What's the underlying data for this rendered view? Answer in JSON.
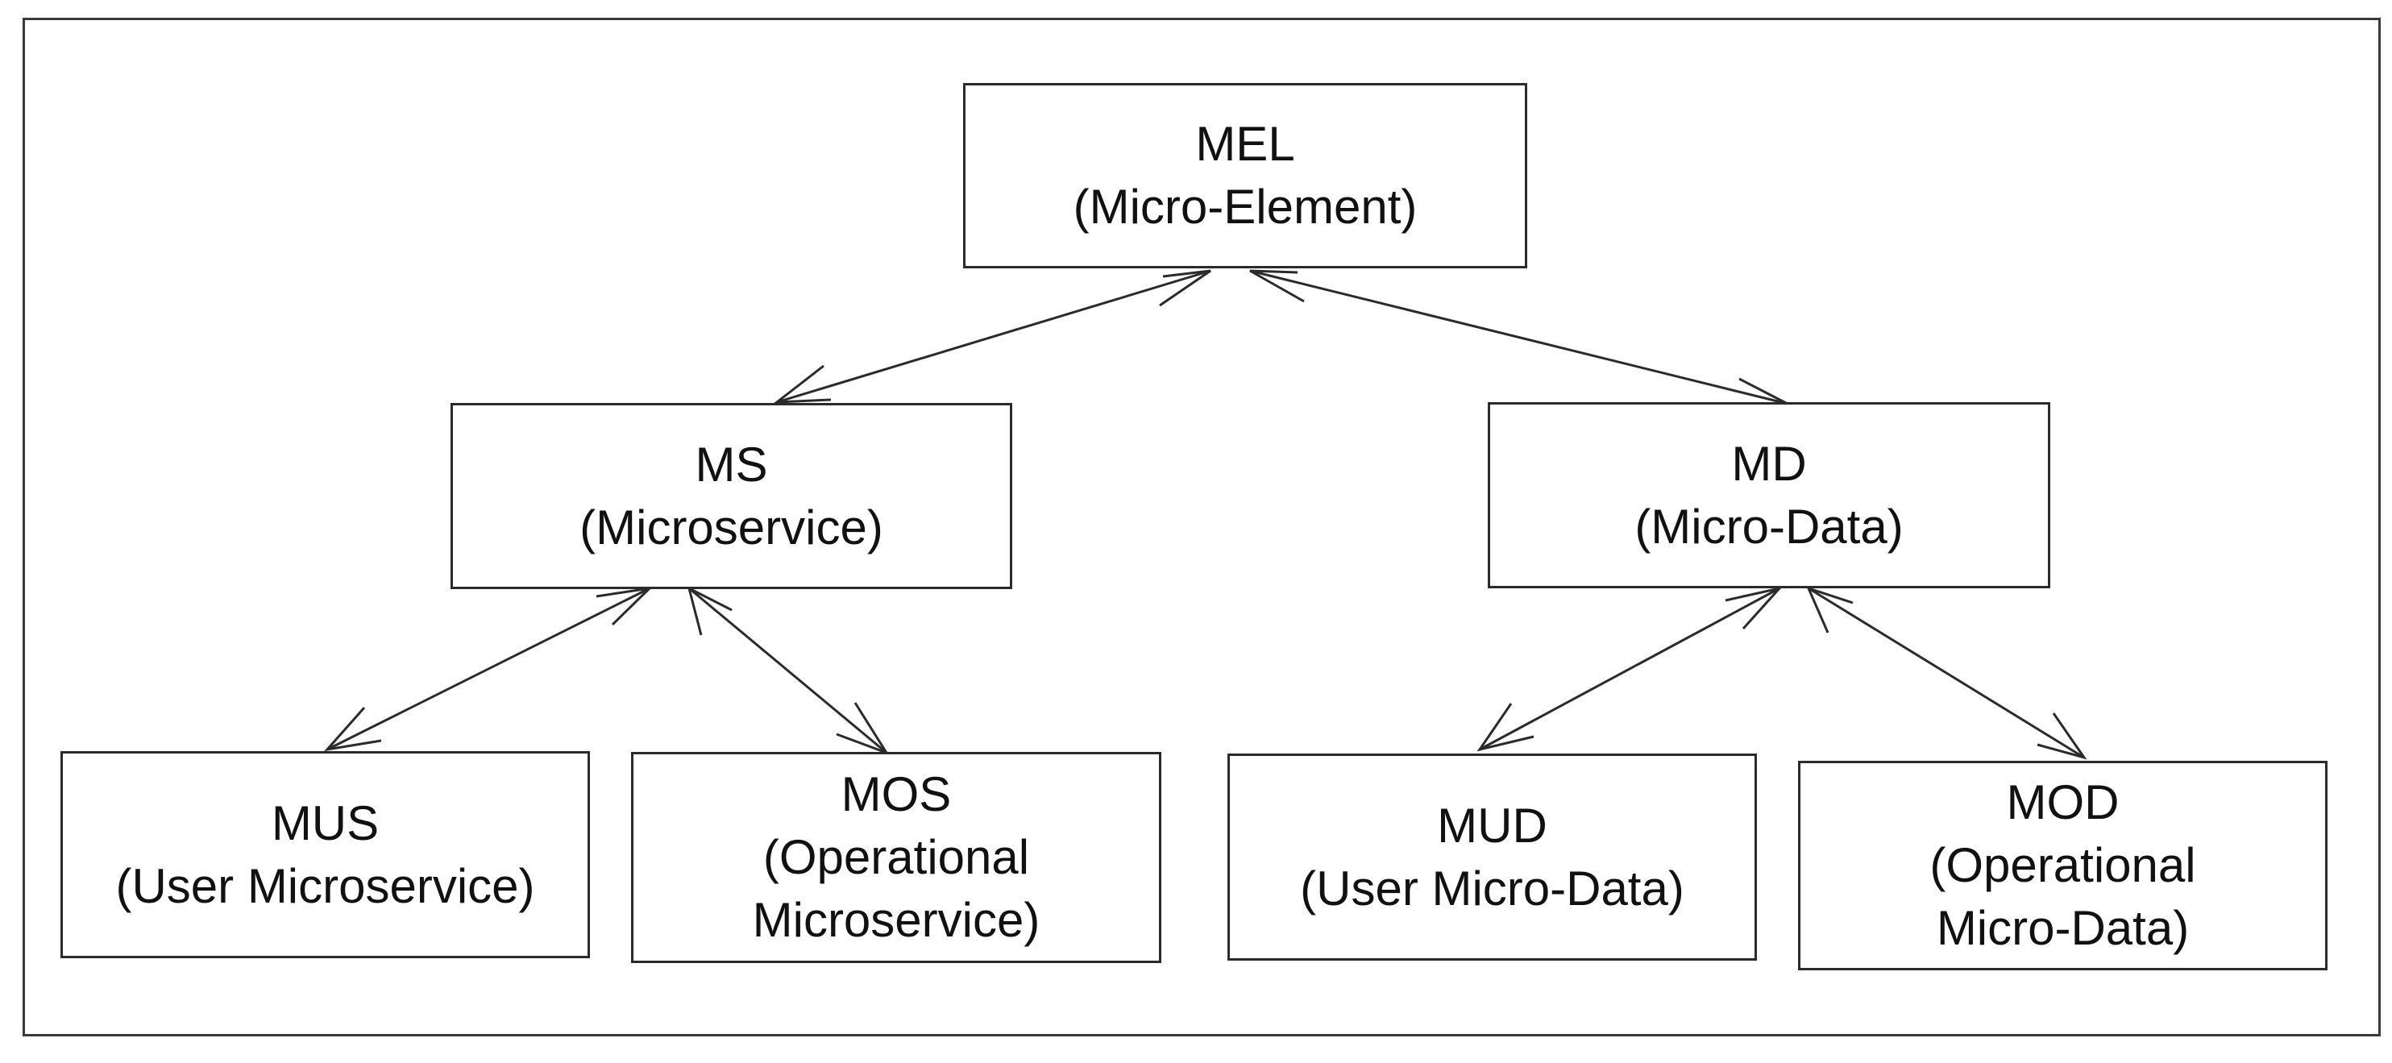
{
  "nodes": {
    "mel": {
      "abbr": "MEL",
      "full": "(Micro-Element)"
    },
    "ms": {
      "abbr": "MS",
      "full": "(Microservice)"
    },
    "md": {
      "abbr": "MD",
      "full": "(Micro-Data)"
    },
    "mus": {
      "abbr": "MUS",
      "full": "(User Microservice)"
    },
    "mos": {
      "abbr": "MOS",
      "full_line1": "(Operational",
      "full_line2": "Microservice)"
    },
    "mud": {
      "abbr": "MUD",
      "full": "(User Micro-Data)"
    },
    "mod": {
      "abbr": "MOD",
      "full_line1": "(Operational",
      "full_line2": "Micro-Data)"
    }
  },
  "edges": [
    {
      "from": "MEL",
      "to": "MS",
      "direction": "bidirectional"
    },
    {
      "from": "MEL",
      "to": "MD",
      "direction": "bidirectional"
    },
    {
      "from": "MS",
      "to": "MUS",
      "direction": "bidirectional"
    },
    {
      "from": "MS",
      "to": "MOS",
      "direction": "bidirectional"
    },
    {
      "from": "MD",
      "to": "MUD",
      "direction": "bidirectional"
    },
    {
      "from": "MD",
      "to": "MOD",
      "direction": "bidirectional"
    }
  ]
}
